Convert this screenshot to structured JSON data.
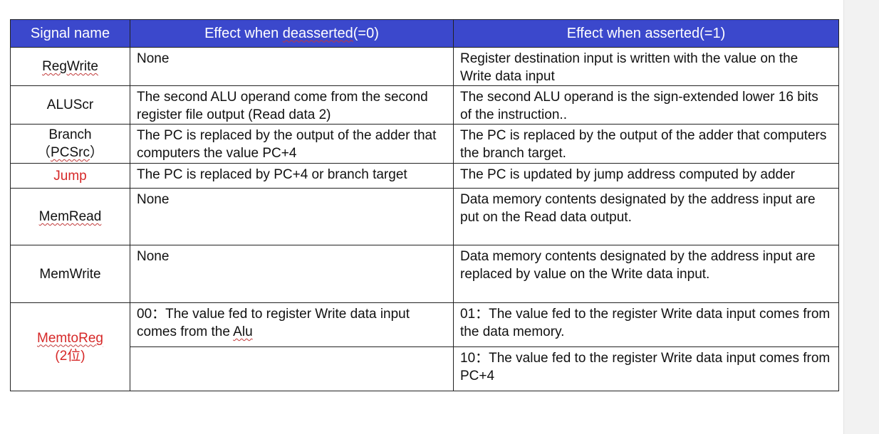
{
  "table": {
    "headers": {
      "signal": "Signal name",
      "deasserted_prefix": "Effect when ",
      "deasserted_word": "deasserted",
      "deasserted_suffix": "(=0)",
      "asserted": "Effect when asserted(=1)"
    },
    "rows": [
      {
        "name": "RegWrite",
        "deasserted": "None",
        "asserted": "Register destination input is written with the value on the Write data input"
      },
      {
        "name": "ALUScr",
        "deasserted": "The second ALU operand come from the second register file output (Read data 2)",
        "asserted": "The second ALU operand is the sign-extended lower 16 bits of the instruction.."
      },
      {
        "name_line1": "Branch",
        "name_line2_open": "（",
        "name_line2_word": "PCSrc",
        "name_line2_close": "）",
        "deasserted": "The PC is replaced by the output of the adder that computers the value PC+4",
        "asserted": "The PC is replaced by the output of the adder that computers the branch target."
      },
      {
        "name": "Jump",
        "deasserted": "The PC is replaced by PC+4 or branch target",
        "asserted": "The PC is updated by jump address computed by adder"
      },
      {
        "name": "MemRead",
        "deasserted": "None",
        "asserted": "Data memory contents designated by the address input are put on the Read  data output."
      },
      {
        "name": "MemWrite",
        "deasserted": "None",
        "asserted": "Data memory contents designated by the address input are replaced by value on the Write data input."
      },
      {
        "name_line1": "MemtoReg",
        "name_line2": "(2位)",
        "deasserted_prefix": "00：The value fed to register Write data input comes from the ",
        "deasserted_word": "Alu",
        "asserted": "01：The value fed to the register Write data input comes from the data memory."
      },
      {
        "deasserted": "",
        "asserted": "10：The value fed to the register Write data input comes from PC+4"
      }
    ]
  },
  "colors": {
    "header_background": "#3b48cc",
    "header_text": "#ffffff",
    "highlight_text": "#d62828",
    "spellcheck_underline": "#c23a3a"
  }
}
